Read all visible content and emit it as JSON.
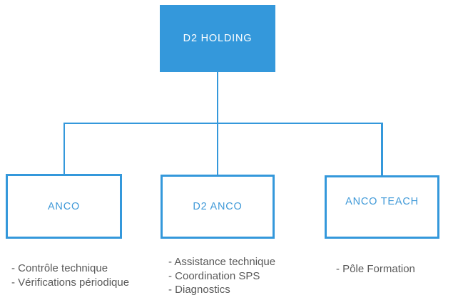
{
  "colors": {
    "accent": "#3498db",
    "node_label": "#3f99d8",
    "root_label": "#ffffff",
    "list_text": "#595959",
    "background": "#ffffff"
  },
  "org_chart": {
    "root": {
      "label": "D2 HOLDING"
    },
    "children": [
      {
        "label": "ANCO",
        "items": [
          "- Contrôle technique",
          "- Vérifications périodique"
        ]
      },
      {
        "label": "D2 ANCO",
        "items": [
          "- Assistance technique",
          "- Coordination SPS",
          "- Diagnostics"
        ]
      },
      {
        "label": "ANCO TEACH",
        "items": [
          "- Pôle Formation"
        ]
      }
    ]
  }
}
